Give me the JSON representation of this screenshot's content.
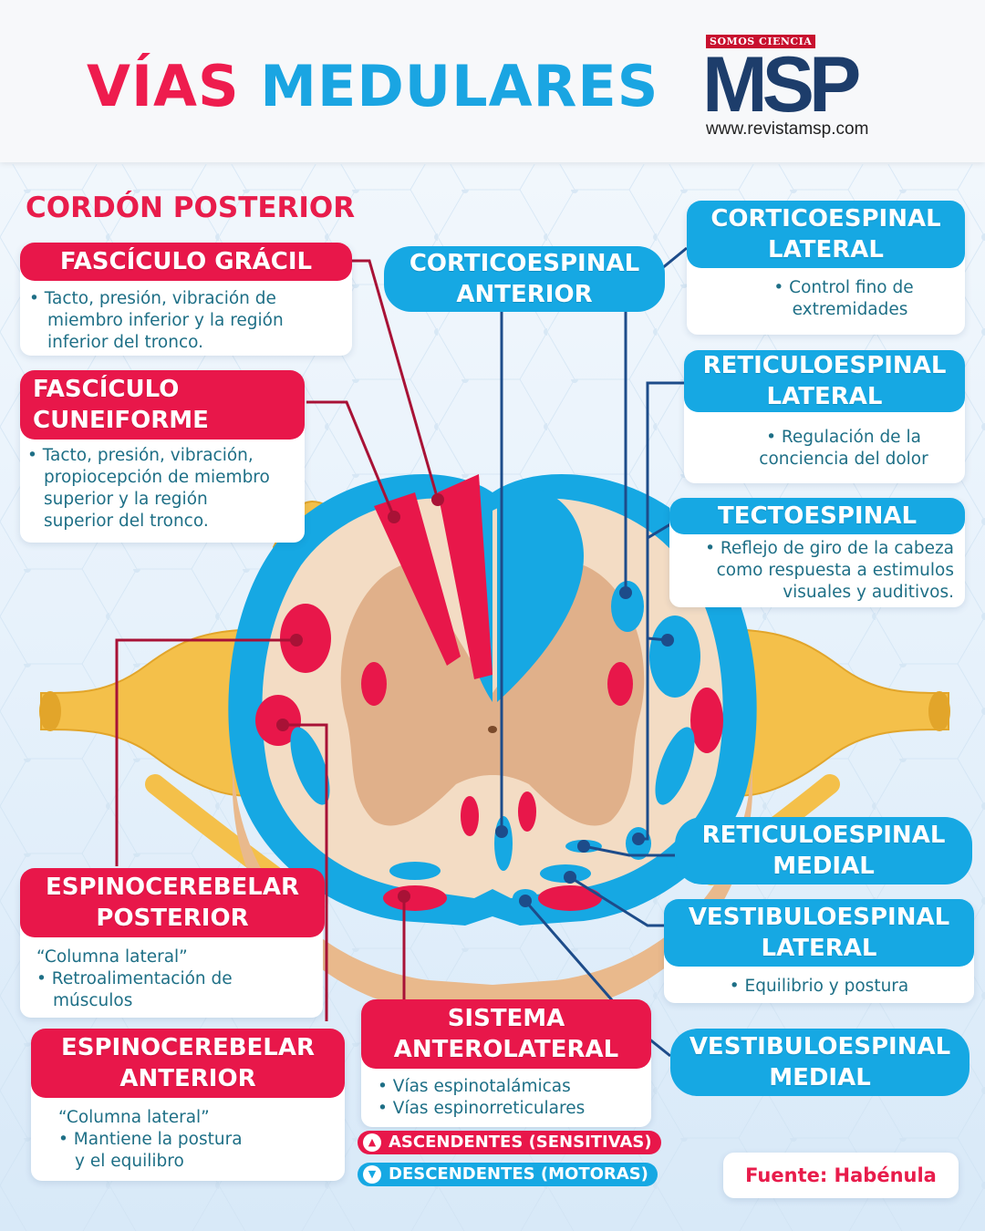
{
  "header": {
    "title_part1": "VÍAS",
    "title_part2": "MEDULARES",
    "logo_tagline": "SOMOS CIENCIA",
    "logo_text": "MSP",
    "logo_url": "www.revistamsp.com"
  },
  "section_title": "CORDÓN POSTERIOR",
  "left_labels": [
    {
      "id": "gracil",
      "title_lines": [
        "FASCÍCULO GRÁCIL"
      ],
      "desc": [
        "• Tacto, presión, vibración de",
        "miembro inferior y la región",
        "inferior del tronco."
      ]
    },
    {
      "id": "cuneiforme",
      "title_lines": [
        "FASCÍCULO",
        "CUNEIFORME"
      ],
      "desc": [
        "• Tacto, presión, vibración,",
        "propiocepción de miembro",
        "superior y la región",
        "superior del tronco."
      ]
    },
    {
      "id": "espino-posterior",
      "title_lines": [
        "ESPINOCEREBELAR",
        "POSTERIOR"
      ],
      "desc": [
        "“Columna lateral”",
        "• Retroalimentación de",
        "músculos"
      ]
    },
    {
      "id": "espino-anterior",
      "title_lines": [
        "ESPINOCEREBELAR",
        "ANTERIOR"
      ],
      "desc": [
        "“Columna lateral”",
        "• Mantiene la postura",
        "y el equilibro"
      ]
    },
    {
      "id": "anterolateral",
      "title_lines": [
        "SISTEMA",
        "ANTEROLATERAL"
      ],
      "desc": [
        "• Vías espinotalámicas",
        "• Vías espinorreticulares"
      ]
    }
  ],
  "right_labels": [
    {
      "id": "corticoespinal-anterior",
      "title_lines": [
        "CORTICOESPINAL",
        "ANTERIOR"
      ]
    },
    {
      "id": "corticoespinal-lateral",
      "title_lines": [
        "CORTICOESPINAL",
        "LATERAL"
      ],
      "desc": [
        "• Control fino de",
        "extremidades"
      ]
    },
    {
      "id": "reticuloespinal-lateral",
      "title_lines": [
        "RETICULOESPINAL",
        "LATERAL"
      ],
      "desc": [
        "• Regulación de la",
        "conciencia del dolor"
      ]
    },
    {
      "id": "tectoespinal",
      "title_lines": [
        "TECTOESPINAL"
      ],
      "desc": [
        "• Reflejo de giro de la cabeza",
        "como respuesta a estimulos",
        "visuales y auditivos."
      ]
    },
    {
      "id": "reticuloespinal-medial",
      "title_lines": [
        "RETICULOESPINAL",
        "MEDIAL"
      ]
    },
    {
      "id": "vestibulo-lateral",
      "title_lines": [
        "VESTIBULOESPINAL",
        "LATERAL"
      ],
      "desc": [
        "• Equilibrio y postura"
      ]
    },
    {
      "id": "vestibulo-medial",
      "title_lines": [
        "VESTIBULOESPINAL",
        "MEDIAL"
      ]
    }
  ],
  "legend": {
    "ascending": "ASCENDENTES (SENSITIVAS)",
    "descending": "DESCENDENTES (MOTORAS)"
  },
  "source": "Fuente: Habénula",
  "colors": {
    "ascending_red": "#e8174a",
    "descending_blue": "#16a8e3",
    "white_matter": "#f3dcc4",
    "gray_matter": "#e0b08a",
    "nerve": "#f4c04a",
    "leader_red": "#a81236",
    "leader_blue": "#1d4c8a"
  }
}
